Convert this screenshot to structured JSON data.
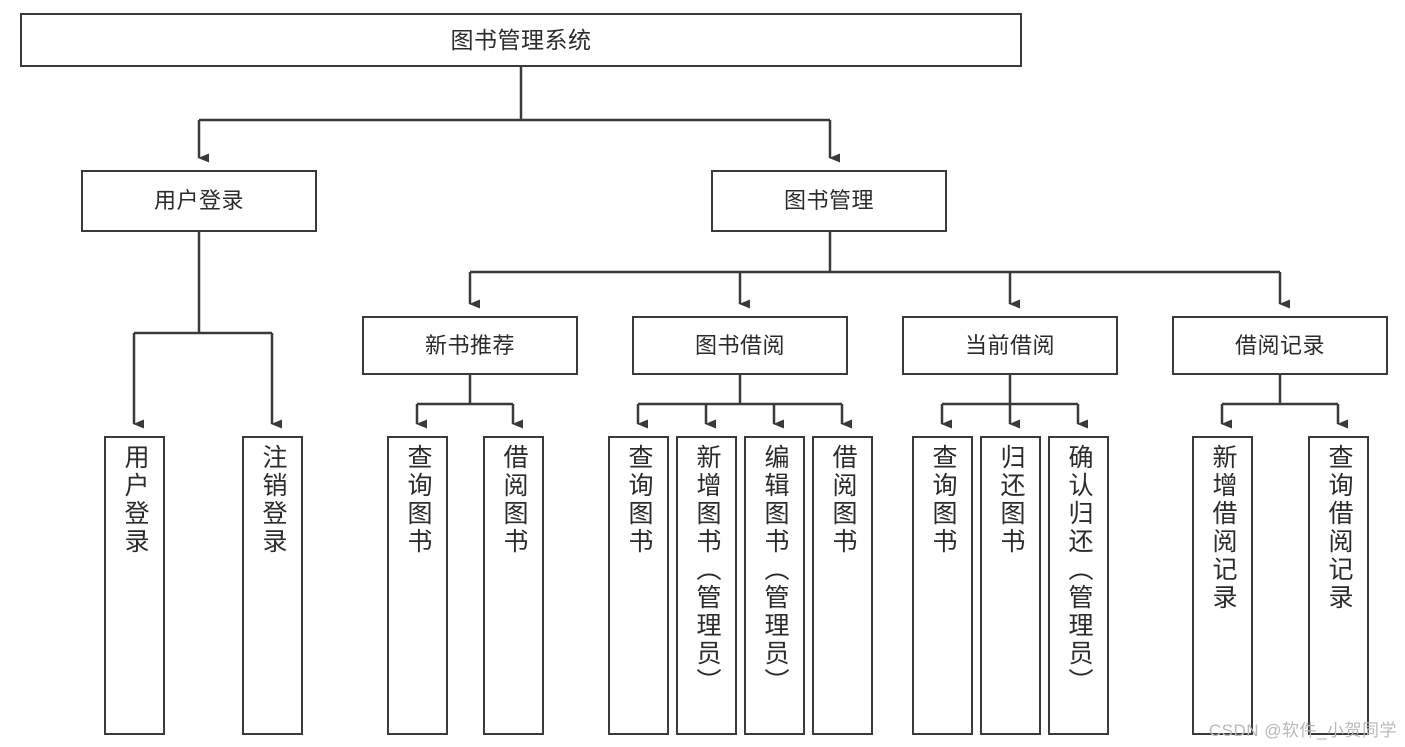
{
  "diagram": {
    "title": "图书管理系统",
    "watermark": "CSDN @软件_小贺同学",
    "stroke_color": "#3a3a3a",
    "text_color": "#2b2b2b",
    "background_color": "#ffffff",
    "nodes": {
      "root": "图书管理系统",
      "level2": {
        "user_login": "用户登录",
        "book_manage": "图书管理"
      },
      "level3": {
        "new_book_recommend": "新书推荐",
        "book_borrow": "图书借阅",
        "current_borrow": "当前借阅",
        "borrow_record": "借阅记录"
      },
      "leaves": {
        "user_login_1": "用户登录",
        "user_login_2": "注销登录",
        "new_book_1": "查询图书",
        "new_book_2": "借阅图书",
        "book_borrow_1": "查询图书",
        "book_borrow_2": "新增图书（管理员）",
        "book_borrow_3": "编辑图书（管理员）",
        "book_borrow_4": "借阅图书",
        "current_borrow_1": "查询图书",
        "current_borrow_2": "归还图书",
        "current_borrow_3": "确认归还（管理员）",
        "borrow_record_1": "新增借阅记录",
        "borrow_record_2": "查询借阅记录"
      }
    }
  }
}
